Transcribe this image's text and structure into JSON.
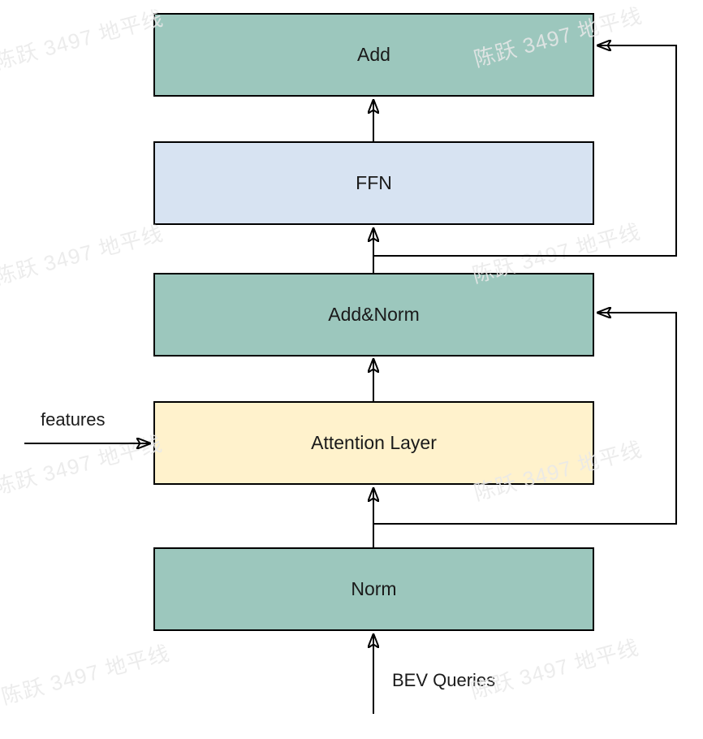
{
  "watermark": {
    "text": "陈跃 3497 地平线"
  },
  "diagram": {
    "nodes": [
      {
        "id": "add",
        "label": "Add",
        "fill": "#9cc7bd"
      },
      {
        "id": "ffn",
        "label": "FFN",
        "fill": "#d7e3f2"
      },
      {
        "id": "add-norm",
        "label": "Add&Norm",
        "fill": "#9cc7bd"
      },
      {
        "id": "attention-layer",
        "label": "Attention Layer",
        "fill": "#fff2cc"
      },
      {
        "id": "norm",
        "label": "Norm",
        "fill": "#9cc7bd"
      }
    ],
    "io_labels": [
      {
        "id": "features",
        "label": "features"
      },
      {
        "id": "bev-queries",
        "label": "BEV Queries"
      }
    ],
    "edges": [
      {
        "from": "bev-queries",
        "to": "norm",
        "type": "input"
      },
      {
        "from": "norm",
        "to": "attention-layer",
        "type": "main"
      },
      {
        "from": "features",
        "to": "attention-layer",
        "type": "side-input"
      },
      {
        "from": "attention-layer",
        "to": "add-norm",
        "type": "main"
      },
      {
        "from": "norm",
        "to": "add-norm",
        "type": "residual"
      },
      {
        "from": "add-norm",
        "to": "ffn",
        "type": "main"
      },
      {
        "from": "ffn",
        "to": "add",
        "type": "main"
      },
      {
        "from": "add-norm",
        "to": "add",
        "type": "residual"
      }
    ],
    "colors": {
      "line": "#000000",
      "border": "#000000",
      "text": "#1a1a1a",
      "watermark": "#e9e9e9"
    }
  }
}
